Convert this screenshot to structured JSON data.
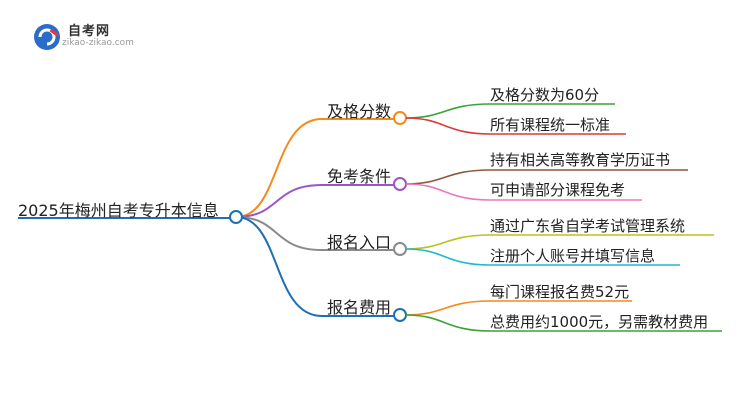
{
  "logo": {
    "title": "自考网",
    "url": "zikao-zikao.com"
  },
  "root": {
    "label": "2025年梅州自考专升本信息"
  },
  "branches": [
    {
      "label": "及格分数",
      "color": "#f5891a",
      "leaves": [
        {
          "label": "及格分数为60分",
          "color": "#3aa335"
        },
        {
          "label": "所有课程统一标准",
          "color": "#d93b3b"
        }
      ]
    },
    {
      "label": "免考条件",
      "color": "#9a55c9",
      "leaves": [
        {
          "label": "持有相关高等教育学历证书",
          "color": "#8b5a3c"
        },
        {
          "label": "可申请部分课程免考",
          "color": "#e879c0"
        }
      ]
    },
    {
      "label": "报名入口",
      "color": "#8a8a8a",
      "leaves": [
        {
          "label": "通过广东省自学考试管理系统",
          "color": "#b8c21a"
        },
        {
          "label": "注册个人账号并填写信息",
          "color": "#1fb8d0"
        }
      ]
    },
    {
      "label": "报名费用",
      "color": "#1f6fb2",
      "leaves": [
        {
          "label": "每门课程报名费52元",
          "color": "#f5891a"
        },
        {
          "label": "总费用约1000元，另需教材费用",
          "color": "#3aa335"
        }
      ]
    }
  ],
  "root_color": "#1f6fb2"
}
